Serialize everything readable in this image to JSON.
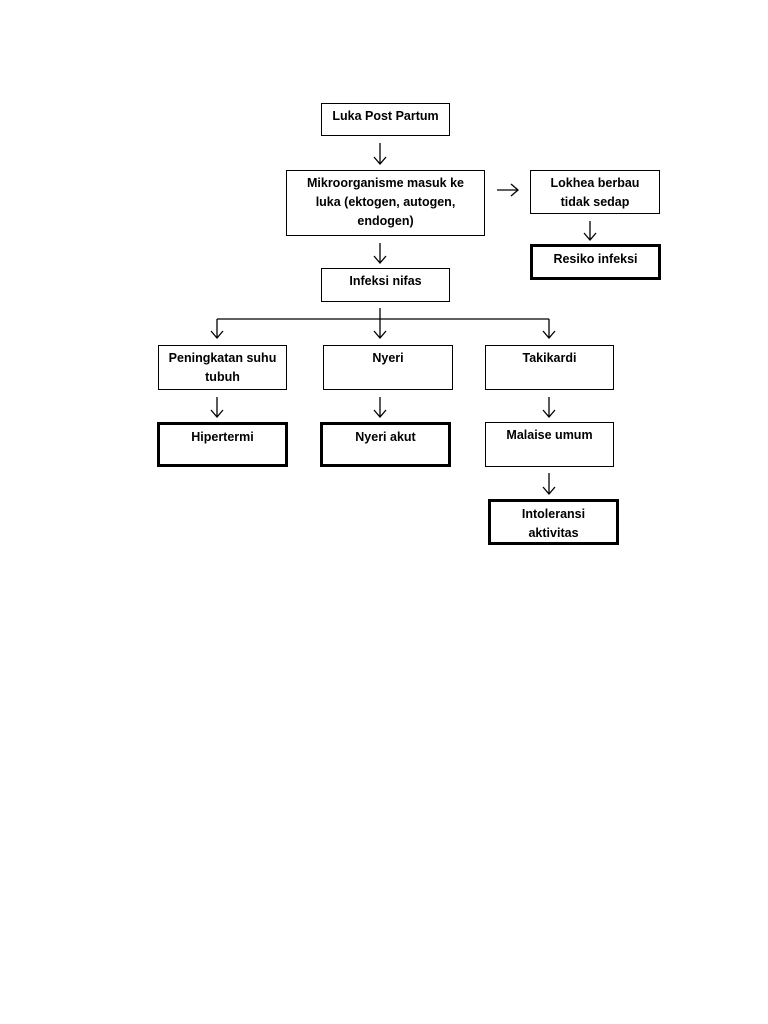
{
  "diagram": {
    "nodes": {
      "luka_post_partum": "Luka Post Partum",
      "mikroorganisme": "Mikroorganisme masuk ke luka (ektogen, autogen, endogen)",
      "lokhea": "Lokhea berbau tidak sedap",
      "resiko_infeksi": "Resiko infeksi",
      "infeksi_nifas": "Infeksi nifas",
      "peningkatan_suhu": "Peningkatan suhu tubuh",
      "nyeri": "Nyeri",
      "takikardi": "Takikardi",
      "hipertermi": "Hipertermi",
      "nyeri_akut": "Nyeri akut",
      "malaise_umum": "Malaise umum",
      "intoleransi_aktivitas": "Intoleransi aktivitas"
    },
    "edges": [
      [
        "luka_post_partum",
        "mikroorganisme"
      ],
      [
        "mikroorganisme",
        "lokhea"
      ],
      [
        "lokhea",
        "resiko_infeksi"
      ],
      [
        "mikroorganisme",
        "infeksi_nifas"
      ],
      [
        "infeksi_nifas",
        "peningkatan_suhu"
      ],
      [
        "infeksi_nifas",
        "nyeri"
      ],
      [
        "infeksi_nifas",
        "takikardi"
      ],
      [
        "peningkatan_suhu",
        "hipertermi"
      ],
      [
        "nyeri",
        "nyeri_akut"
      ],
      [
        "takikardi",
        "malaise_umum"
      ],
      [
        "malaise_umum",
        "intoleransi_aktivitas"
      ]
    ]
  }
}
